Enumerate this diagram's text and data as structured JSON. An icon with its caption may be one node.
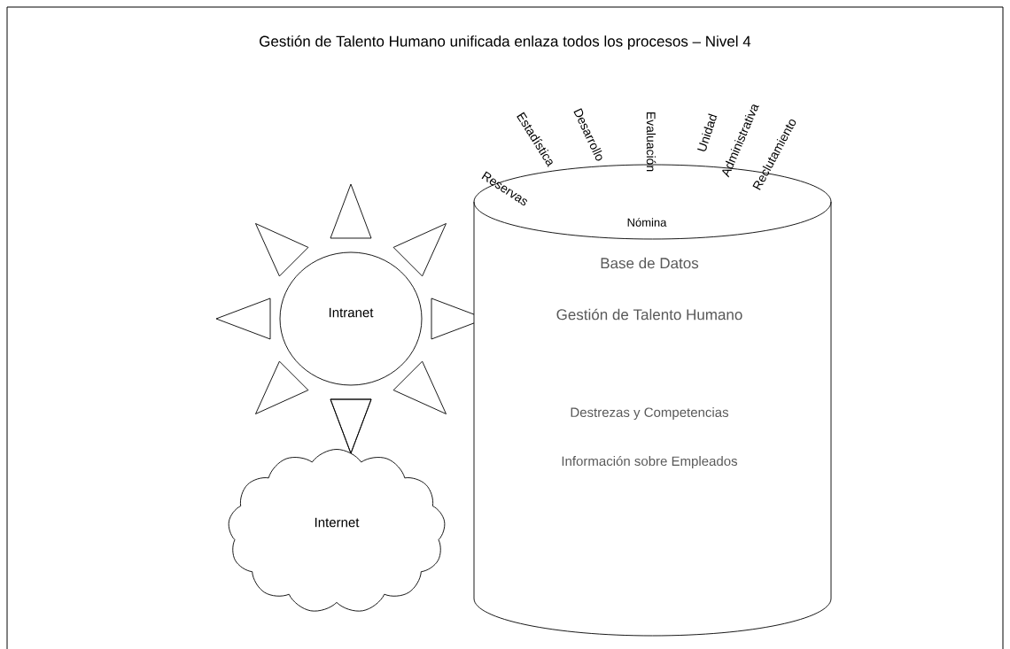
{
  "diagram": {
    "title": "Gestión de Talento Humano unificada enlaza todos los procesos – Nivel 4",
    "nodes": [
      {
        "text": [
          "Nómina",
          "Base de Datos",
          "Gestión de Talento Humano",
          "Destrezas y Competencias",
          "Información sobre Empleados"
        ]
      },
      {
        "text": [
          "Intranet"
        ]
      },
      {
        "text": [
          "Internet"
        ]
      }
    ],
    "labels": [
      "Reservas",
      "Estadística",
      "Desarrollo",
      "Evaluación",
      "Unidad",
      "Administrativa",
      "Reclutamiento"
    ]
  }
}
